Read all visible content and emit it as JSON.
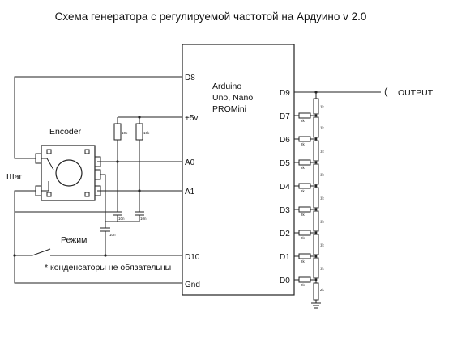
{
  "title": "Схема генератора с регулируемой частотой на Ардуино v 2.0",
  "arduino": {
    "name": [
      "Arduino",
      "Uno, Nano",
      "PROMini"
    ],
    "pins_left": [
      "D8",
      "+5v",
      "A0",
      "A1",
      "D10",
      "Gnd"
    ],
    "pins_right": [
      "D9",
      "D7",
      "D6",
      "D5",
      "D4",
      "D3",
      "D2",
      "D1",
      "D0"
    ]
  },
  "output_label": "OUTPUT",
  "encoder_label": "Encoder",
  "step_label": "Шаг",
  "mode_label": "Режим",
  "note": "* конденсаторы не обязательны",
  "component_labels": {
    "pullup_resistor": "10k",
    "cap_a0": "10n",
    "cap_a1": "10n",
    "cap_d10": "10n",
    "ladder_resistor": "1k",
    "ladder_shunt": "2k"
  }
}
